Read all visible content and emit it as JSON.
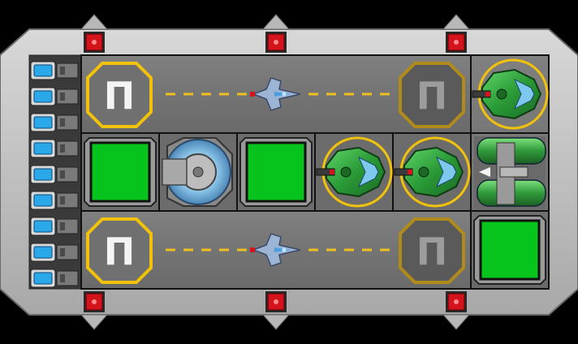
{
  "colors": {
    "background": "#000000",
    "hull": "#c9c9c9",
    "hull_dark": "#8c8c8c",
    "floor": "#7a7a7a",
    "floor_dark": "#5e5e5e",
    "lane_line": "#f0c020",
    "pad_ring_active": "#f2c20a",
    "pad_ring_inactive": "#b08a1a",
    "green_panel": "#06c41c",
    "green_module": "#2fa83c",
    "energy_cell": "#2aa8e8",
    "warning_light": "#d4141c",
    "turret_blue": "#7fb8e0"
  },
  "board": {
    "lanes": [
      {
        "id": "top-lane",
        "pads": [
          "landing-pad-left",
          "landing-pad-right"
        ],
        "unit": "fighter-ship"
      },
      {
        "id": "bottom-lane",
        "pads": [
          "landing-pad-left",
          "landing-pad-right"
        ],
        "unit": "fighter-ship"
      }
    ],
    "middle_row": [
      "green-storage-tile",
      "radar-dome",
      "green-storage-tile",
      "green-cannon",
      "green-cannon",
      "fuel-tanks"
    ],
    "right_column": [
      "green-cannon",
      "fuel-tanks",
      "green-storage-tile"
    ],
    "energy_cells": 9,
    "warning_lights": 6,
    "pad_glyph": "Π"
  }
}
